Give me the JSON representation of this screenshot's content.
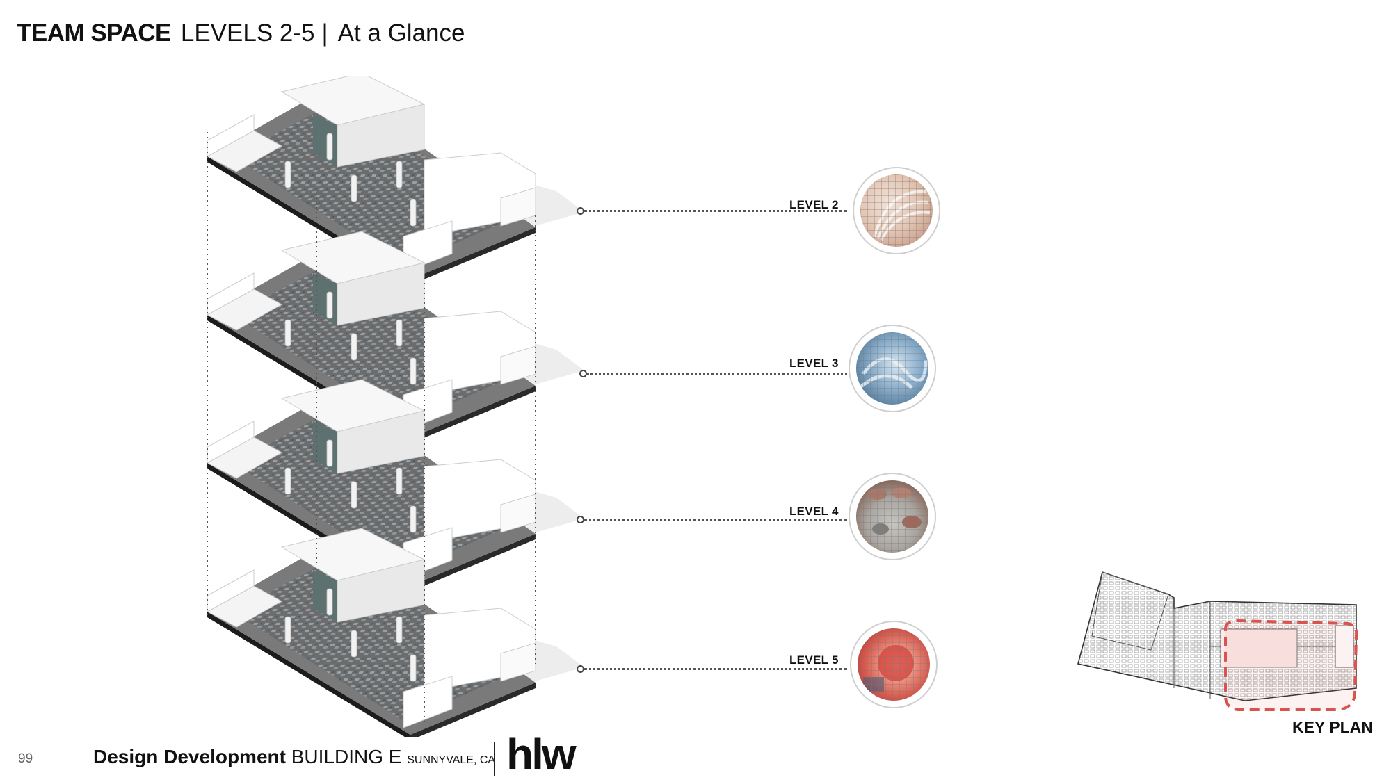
{
  "header": {
    "title_bold": "TEAM SPACE",
    "title_levels": "LEVELS 2-5",
    "title_sep": "|",
    "title_rest": "At a Glance"
  },
  "levels": [
    {
      "label": "LEVEL 2",
      "swatch": "#e4c6b4"
    },
    {
      "label": "LEVEL 3",
      "swatch": "#8fb2cf"
    },
    {
      "label": "LEVEL 4",
      "swatch": "#a9786a"
    },
    {
      "label": "LEVEL 5",
      "swatch": "#d85b4f"
    }
  ],
  "key_plan": {
    "label": "KEY PLAN",
    "highlight_color": "#d9534f"
  },
  "footer": {
    "page_number": "99",
    "project_bold": "Design Development",
    "project_rest": "BUILDING E",
    "location": "SUNNYVALE, CA",
    "logo": "hlw"
  }
}
